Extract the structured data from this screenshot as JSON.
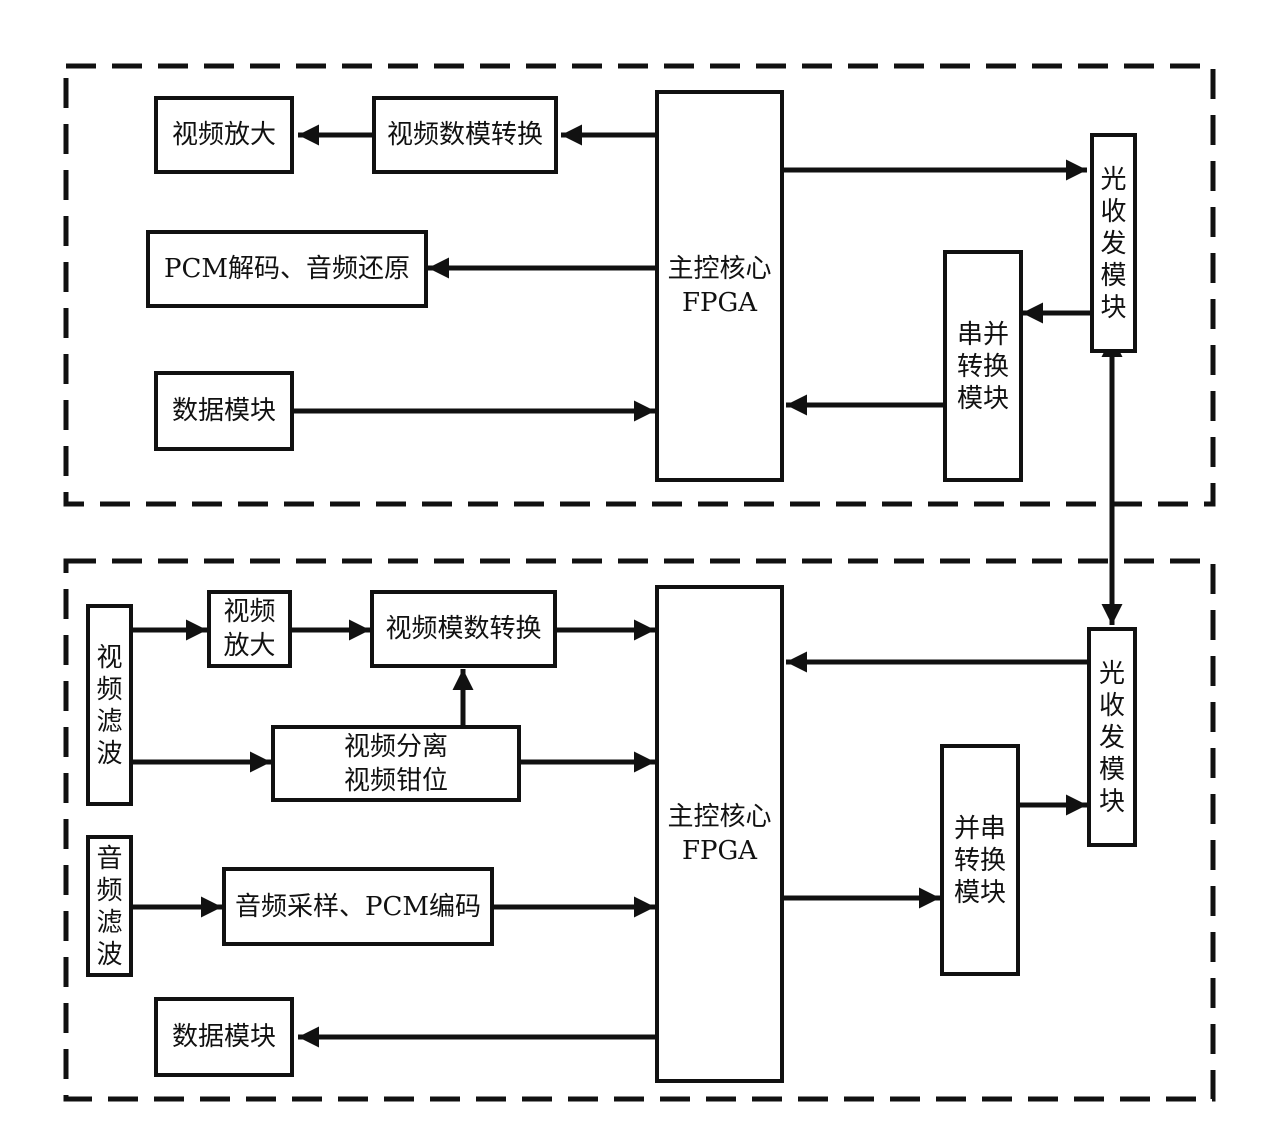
{
  "diagram": {
    "top": {
      "video_amp": "视频放大",
      "video_dac": "视频数模转换",
      "pcm_decode": "PCM解码、音频还原",
      "data_module": "数据模块",
      "fpga": "主控核心\nFPGA",
      "serial_parallel": "串并\n转换\n模块",
      "optical": "光\n收\n发\n模\n块"
    },
    "bottom": {
      "video_filter": "视\n频\n滤\n波",
      "video_amp": "视频\n放大",
      "video_adc": "视频模数转换",
      "video_sep": "视频分离\n视频钳位",
      "audio_filter": "音\n频\n滤\n波",
      "audio_sample": "音频采样、PCM编码",
      "data_module": "数据模块",
      "fpga": "主控核心\nFPGA",
      "parallel_serial": "并串\n转换\n模块",
      "optical": "光\n收\n发\n模\n块"
    }
  }
}
